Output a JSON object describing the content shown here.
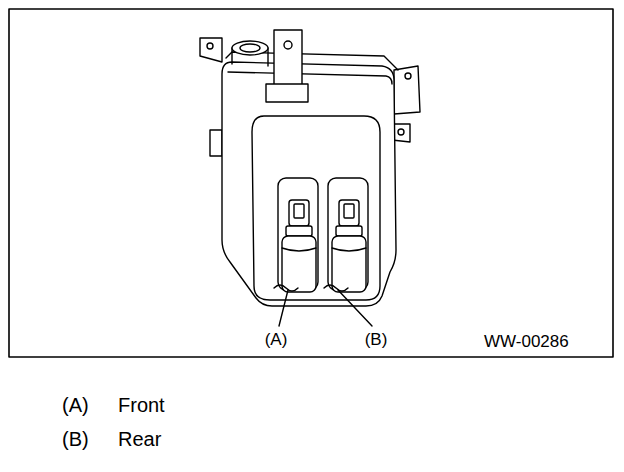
{
  "diagram": {
    "labels": [
      "(A)",
      "(B)",
      "WW-00286",
      "(A)",
      "Front",
      "(B)",
      "Rear"
    ]
  }
}
